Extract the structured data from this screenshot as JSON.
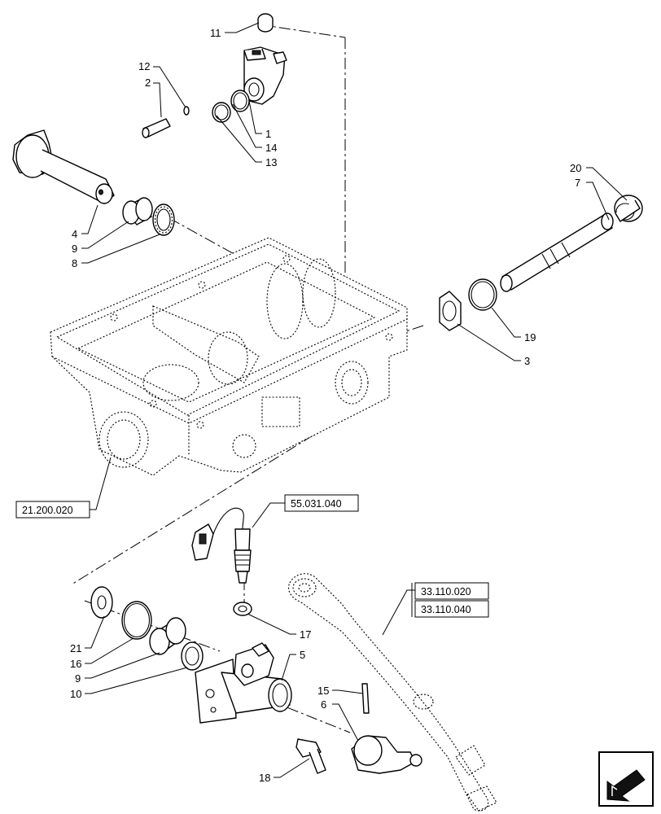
{
  "callouts": {
    "c1": "1",
    "c2": "2",
    "c3": "3",
    "c4": "4",
    "c5": "5",
    "c6": "6",
    "c7": "7",
    "c8": "8",
    "c9a": "9",
    "c9b": "9",
    "c10": "10",
    "c11": "11",
    "c12": "12",
    "c13": "13",
    "c14": "14",
    "c15": "15",
    "c16": "16",
    "c17": "17",
    "c18": "18",
    "c19": "19",
    "c20": "20",
    "c21": "21"
  },
  "references": {
    "housing": "21.200.020",
    "sensor": "55.031.040",
    "linkage_a": "33.110.020",
    "linkage_b": "33.110.040"
  }
}
